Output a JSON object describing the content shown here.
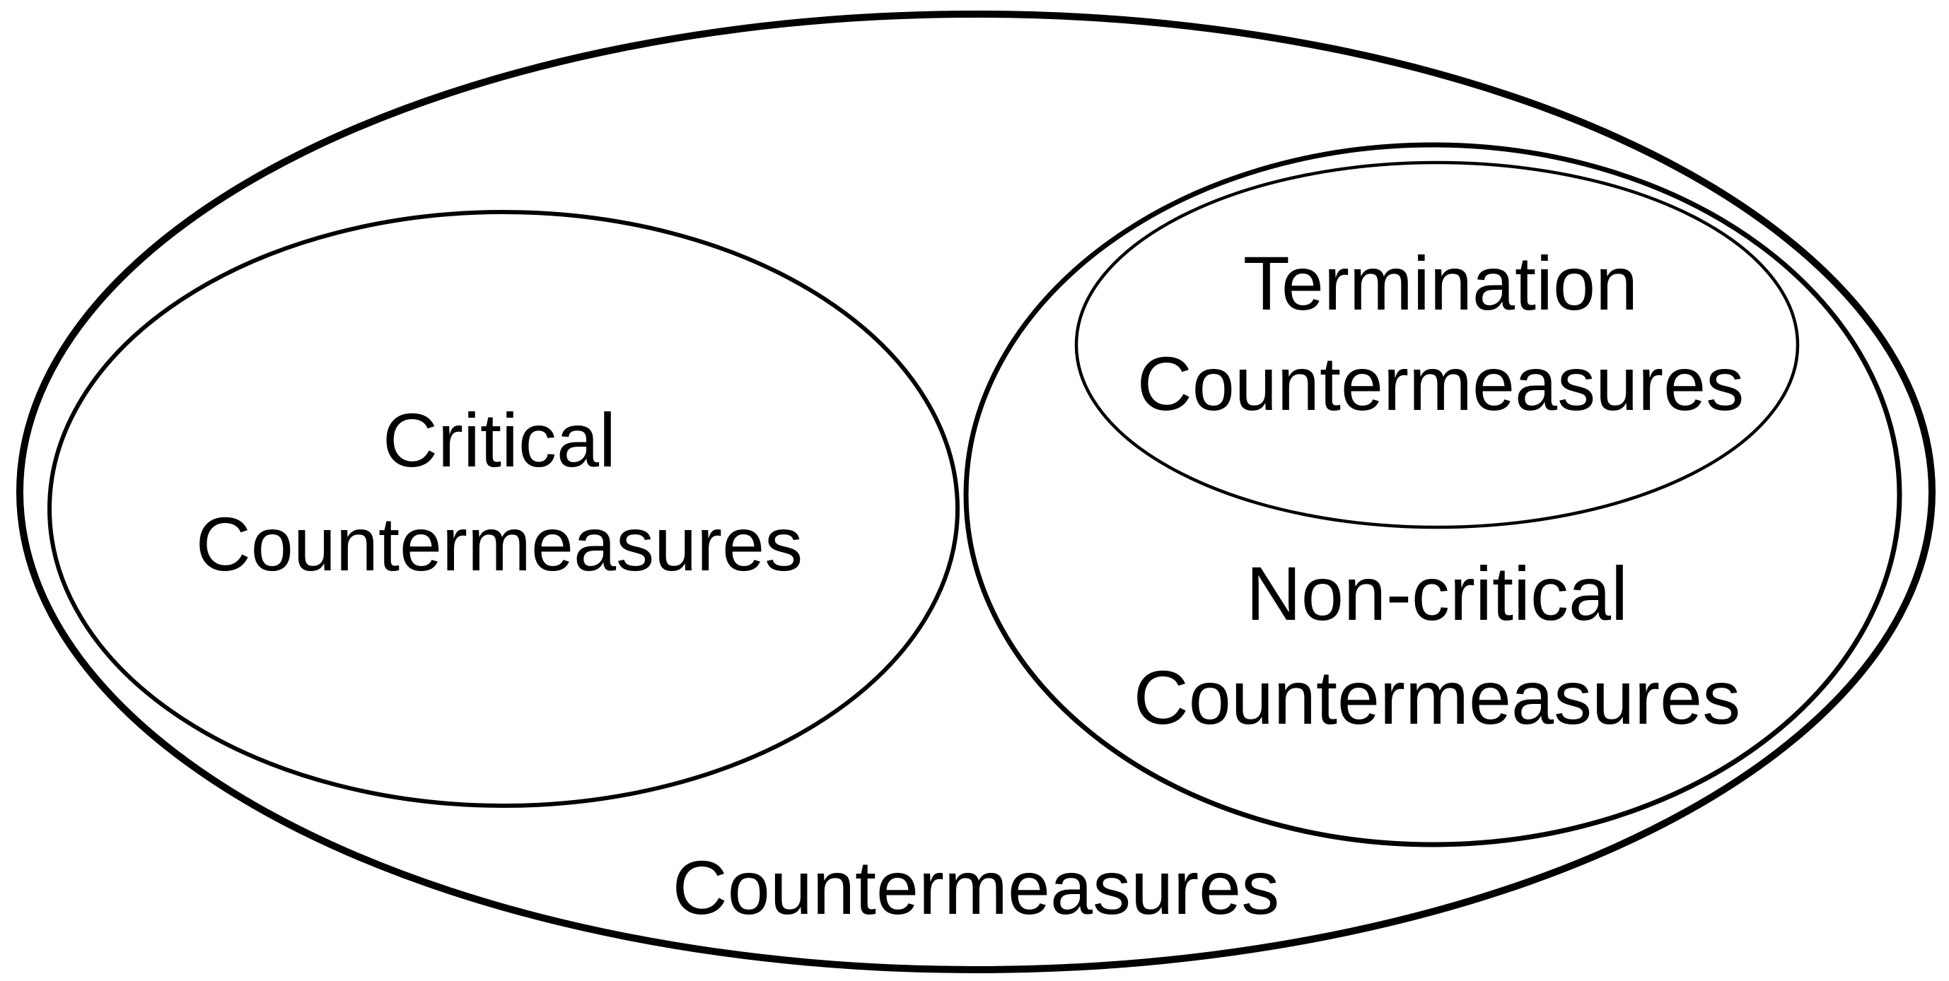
{
  "diagram": {
    "type": "euler-set-diagram",
    "background_color": "#ffffff",
    "stroke_color": "#000000",
    "labels": {
      "outer": "Countermeasures",
      "critical": [
        "Critical",
        "Countermeasures"
      ],
      "termination": [
        "Termination",
        "Countermeasures"
      ],
      "non_critical": [
        "Non-critical",
        "Countermeasures"
      ]
    },
    "structure": {
      "outer_set": "Countermeasures",
      "children_of_outer": [
        "Critical Countermeasures",
        "Non-critical Countermeasures"
      ],
      "children_of_non_critical": [
        "Termination Countermeasures"
      ]
    }
  }
}
